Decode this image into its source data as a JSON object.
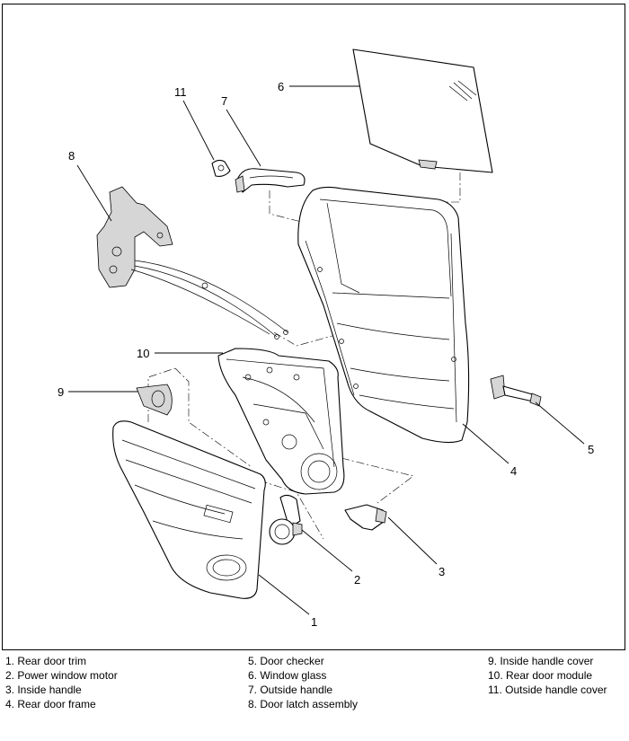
{
  "callouts": {
    "c1": "1",
    "c2": "2",
    "c3": "3",
    "c4": "4",
    "c5": "5",
    "c6": "6",
    "c7": "7",
    "c8": "8",
    "c9": "9",
    "c10": "10",
    "c11": "11"
  },
  "legend": {
    "col1": [
      "1. Rear door trim",
      "2. Power window motor",
      "3. Inside handle",
      "4. Rear door frame"
    ],
    "col2": [
      "5. Door checker",
      "6. Window glass",
      "7. Outside handle",
      "8. Door latch assembly"
    ],
    "col3": [
      "9. Inside handle cover",
      "10. Rear door module",
      "11. Outside handle cover"
    ]
  }
}
